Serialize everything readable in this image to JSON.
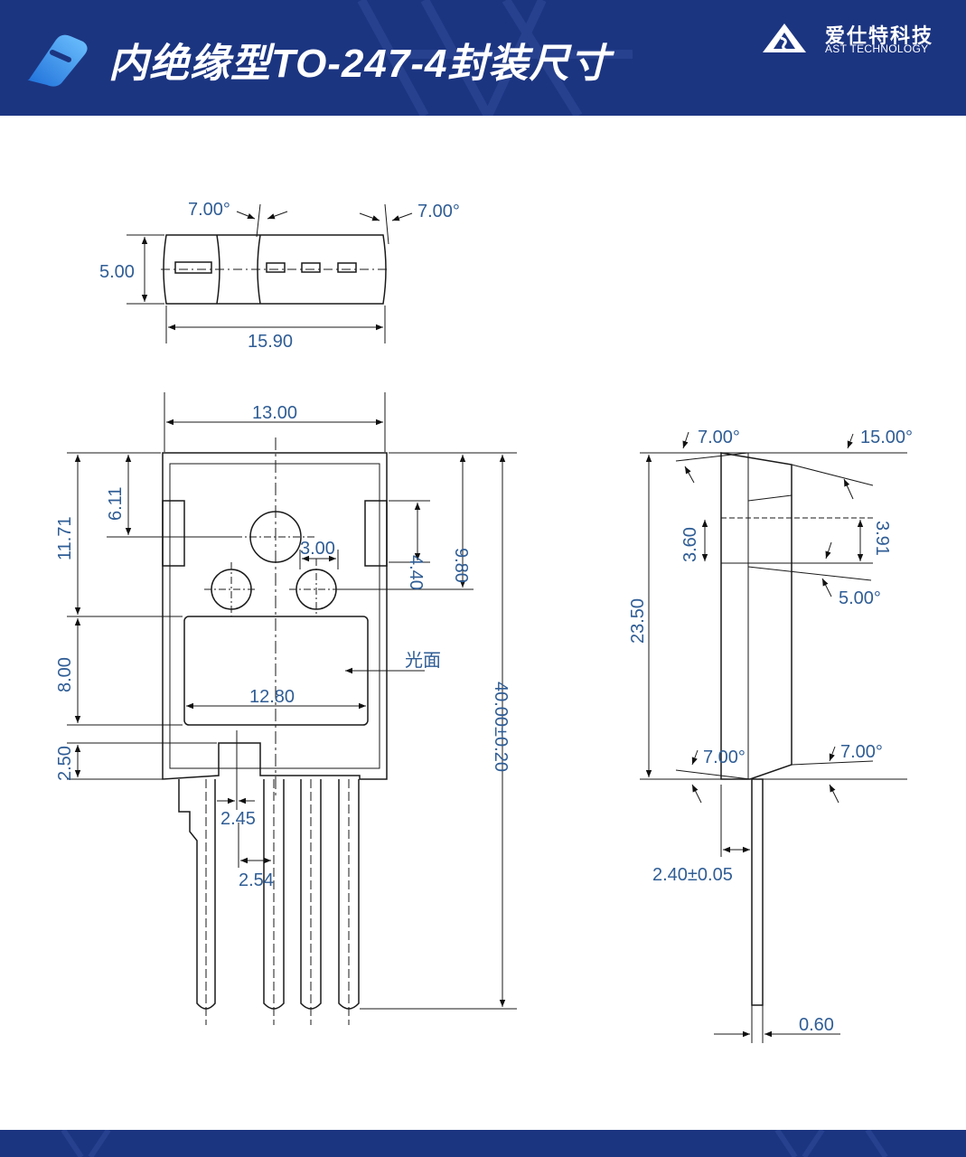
{
  "header": {
    "title": "内绝缘型TO-247-4封装尺寸",
    "brand_cn": "爱仕特科技",
    "brand_en": "AST TECHNOLOGY"
  },
  "colors": {
    "header_bg": "#1c3581",
    "dimension_text": "#2f5d95",
    "drawing_line": "#1a1a1a"
  },
  "top_view": {
    "angle_left": "7.00°",
    "angle_right": "7.00°",
    "height": "5.00",
    "width": "15.90"
  },
  "front_view": {
    "body_width": "13.00",
    "dim_6_11": "6.11",
    "dim_11_71": "11.71",
    "dim_4_40": "4.40",
    "dim_9_80": "9.80",
    "dim_3_00": "3.00",
    "dim_8_00": "8.00",
    "dim_12_80": "12.80",
    "dim_2_50": "2.50",
    "dim_2_45": "2.45",
    "dim_2_54": "2.54",
    "total_length": "40.00±0.20",
    "surface_label": "光面"
  },
  "side_view": {
    "angle_top_left": "7.00°",
    "angle_top_right": "15.00°",
    "dim_3_60": "3.60",
    "dim_3_91": "3.91",
    "angle_5": "5.00°",
    "height": "23.50",
    "angle_bottom_left": "7.00°",
    "angle_bottom_right": "7.00°",
    "lead_offset": "2.40±0.05",
    "lead_thickness": "0.60"
  }
}
